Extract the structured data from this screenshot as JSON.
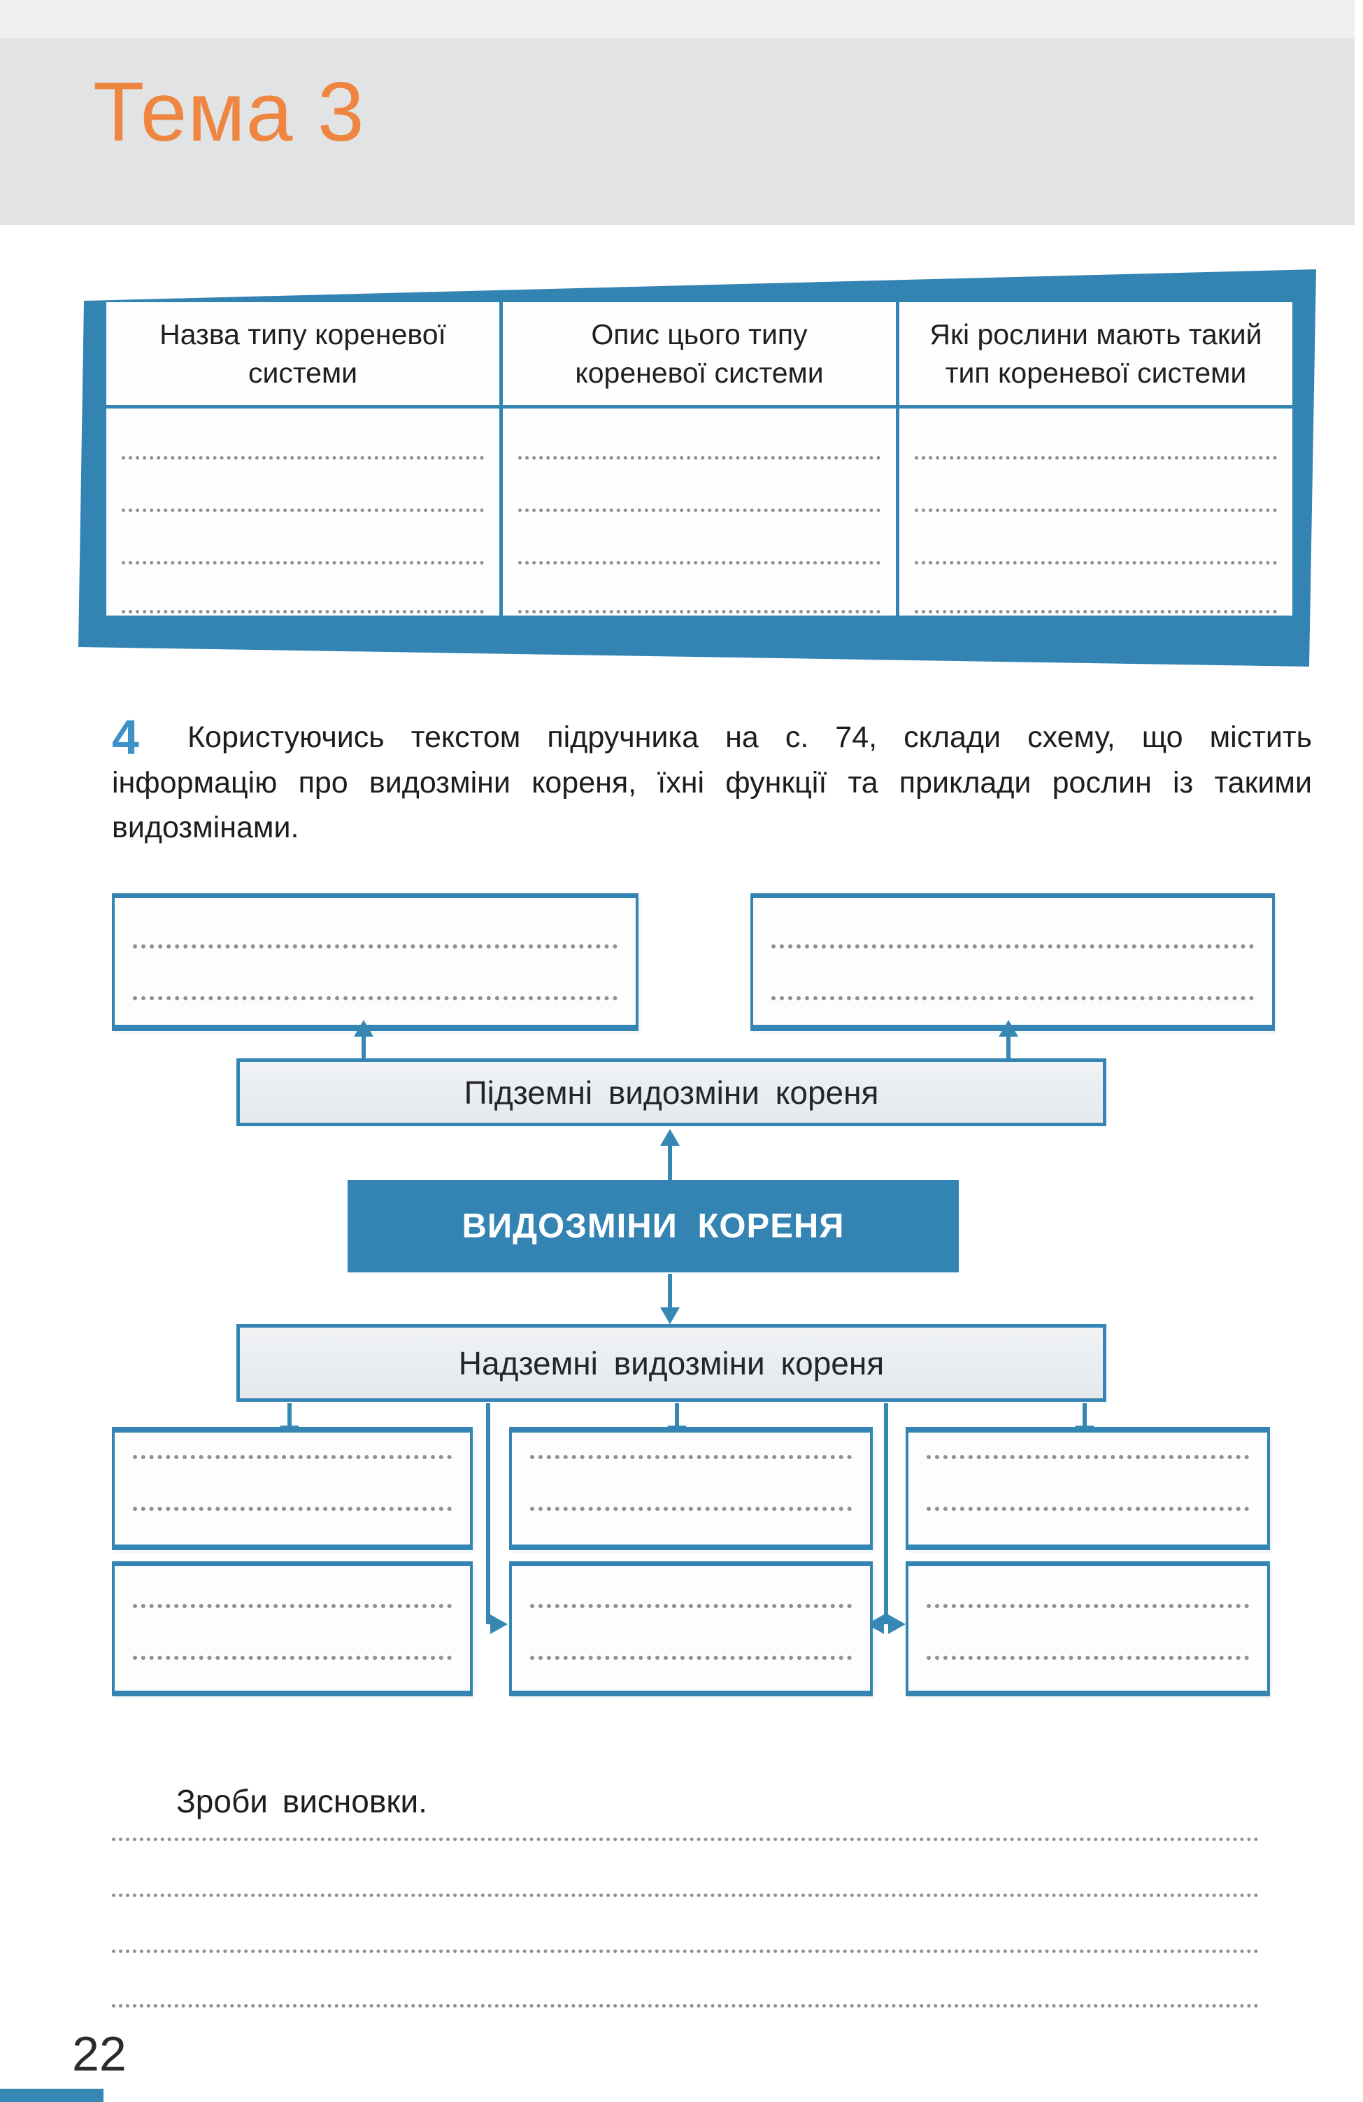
{
  "page": {
    "theme_title": "Тема 3",
    "page_number": "22"
  },
  "table": {
    "headers": [
      "Назва типу кореневої системи",
      "Опис цього типу кореневої системи",
      "Які рослини мають такий тип кореневої системи"
    ],
    "blank_lines_per_column": 4
  },
  "task": {
    "number": "4",
    "text": "Користуючись текстом підручника на с. 74, склади схему, що містить інформацію про видозміни кореня, їхні функції та приклади рослин із такими видозмінами."
  },
  "diagram": {
    "root_label": "ВИДОЗМІНИ КОРЕНЯ",
    "underground_label": "Підземні видозміни кореня",
    "aboveground_label": "Надземні видозміни кореня",
    "underground_slots": 2,
    "aboveground_slots": 6,
    "blank_lines_per_slot": 2
  },
  "conclusions": {
    "label": "Зроби висновки.",
    "blank_lines": 4
  },
  "colors": {
    "accent_blue": "#3383b3",
    "arrow_blue": "#3787b5",
    "bar_fill": "#e9edf0",
    "band_gray": "#e2e3e5",
    "top_strip_gray": "#eef0f1",
    "orange": "#ee8540",
    "task_number_blue": "#3e92c7",
    "dotted_line_gray": "#8e9194"
  }
}
